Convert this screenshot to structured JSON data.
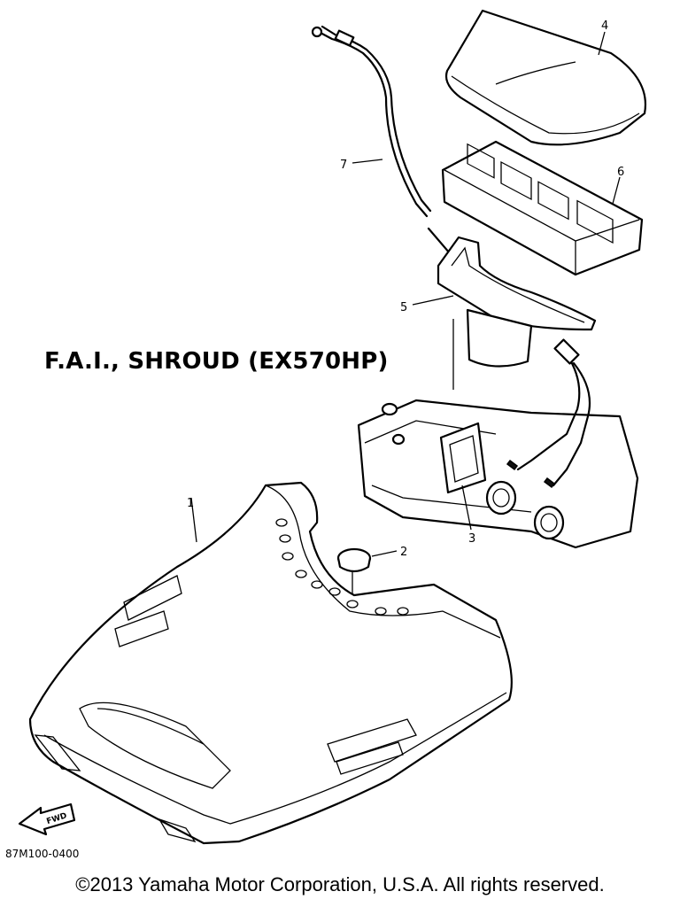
{
  "title": "F.A.I., SHROUD (EX570HP)",
  "diagram_code": "87M100-0400",
  "copyright": "©2013 Yamaha Motor Corporation, U.S.A. All rights reserved.",
  "fwd_label": "FWD",
  "callouts": [
    "1",
    "2",
    "3",
    "4",
    "5",
    "6",
    "7"
  ]
}
